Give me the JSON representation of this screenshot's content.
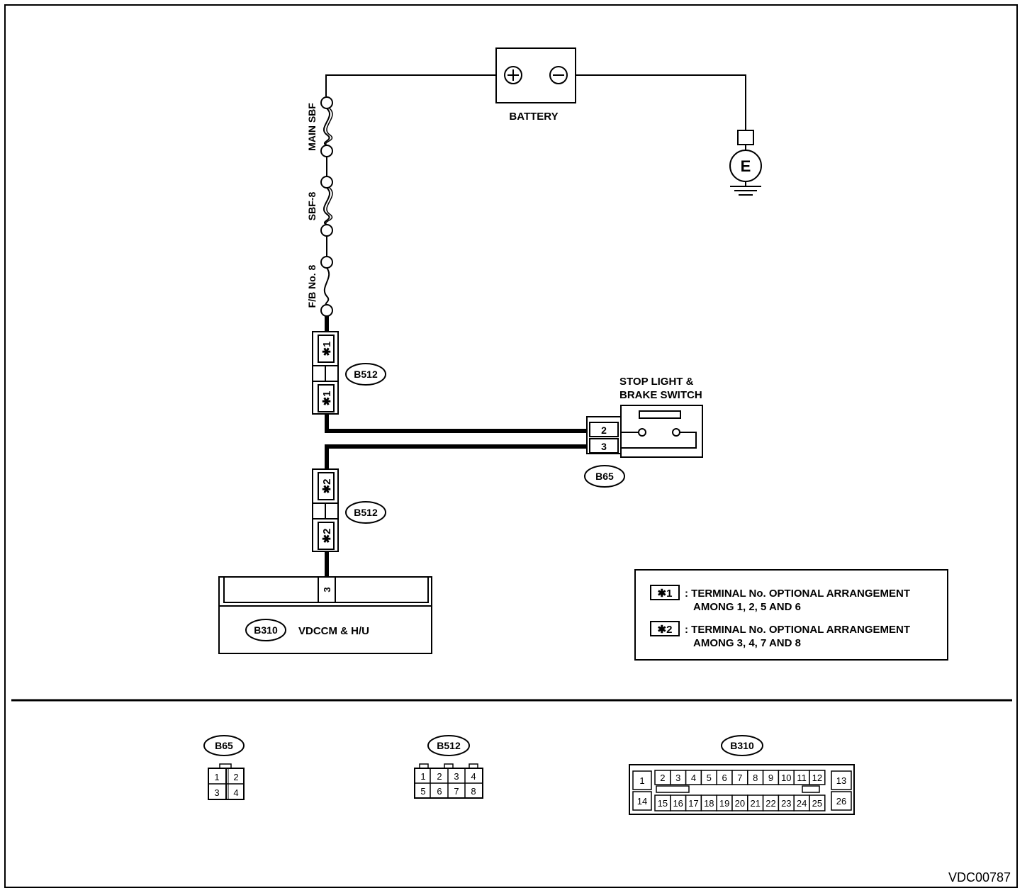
{
  "battery": {
    "label": "BATTERY",
    "plus_symbol": "⊕",
    "minus_symbol": "⊖"
  },
  "ground": {
    "label": "E"
  },
  "fuses": [
    {
      "label": "MAIN SBF"
    },
    {
      "label": "SBF-8"
    },
    {
      "label": "F/B No. 8"
    }
  ],
  "connector_b512_upper": {
    "id": "B512",
    "pin_top": "✱1",
    "pin_bottom": "✱1"
  },
  "connector_b512_lower": {
    "id": "B512",
    "pin_top": "✱2",
    "pin_bottom": "✱2"
  },
  "stop_light_switch": {
    "label_line1": "STOP LIGHT &",
    "label_line2": "BRAKE SWITCH",
    "connector_id": "B65",
    "pins": [
      "2",
      "3"
    ]
  },
  "vdccm": {
    "connector_id": "B310",
    "label": "VDCCM & H/U",
    "pin": "3"
  },
  "legend": {
    "items": [
      {
        "mark": "✱1",
        "line1": ": TERMINAL No. OPTIONAL ARRANGEMENT",
        "line2": "AMONG 1, 2, 5 AND 6"
      },
      {
        "mark": "✱2",
        "line1": ": TERMINAL No. OPTIONAL ARRANGEMENT",
        "line2": "AMONG 3, 4, 7 AND 8"
      }
    ]
  },
  "connector_views": {
    "b65": {
      "id": "B65",
      "pins": [
        "1",
        "2",
        "3",
        "4"
      ]
    },
    "b512": {
      "id": "B512",
      "pins": [
        "1",
        "2",
        "3",
        "4",
        "5",
        "6",
        "7",
        "8"
      ]
    },
    "b310": {
      "id": "B310",
      "left_pins": [
        "1",
        "14"
      ],
      "top_row": [
        "2",
        "3",
        "4",
        "5",
        "6",
        "7",
        "8",
        "9",
        "10",
        "11",
        "12"
      ],
      "bottom_row": [
        "15",
        "16",
        "17",
        "18",
        "19",
        "20",
        "21",
        "22",
        "23",
        "24",
        "25"
      ],
      "right_pins": [
        "13",
        "26"
      ]
    }
  },
  "diagram_code": "VDC00787"
}
